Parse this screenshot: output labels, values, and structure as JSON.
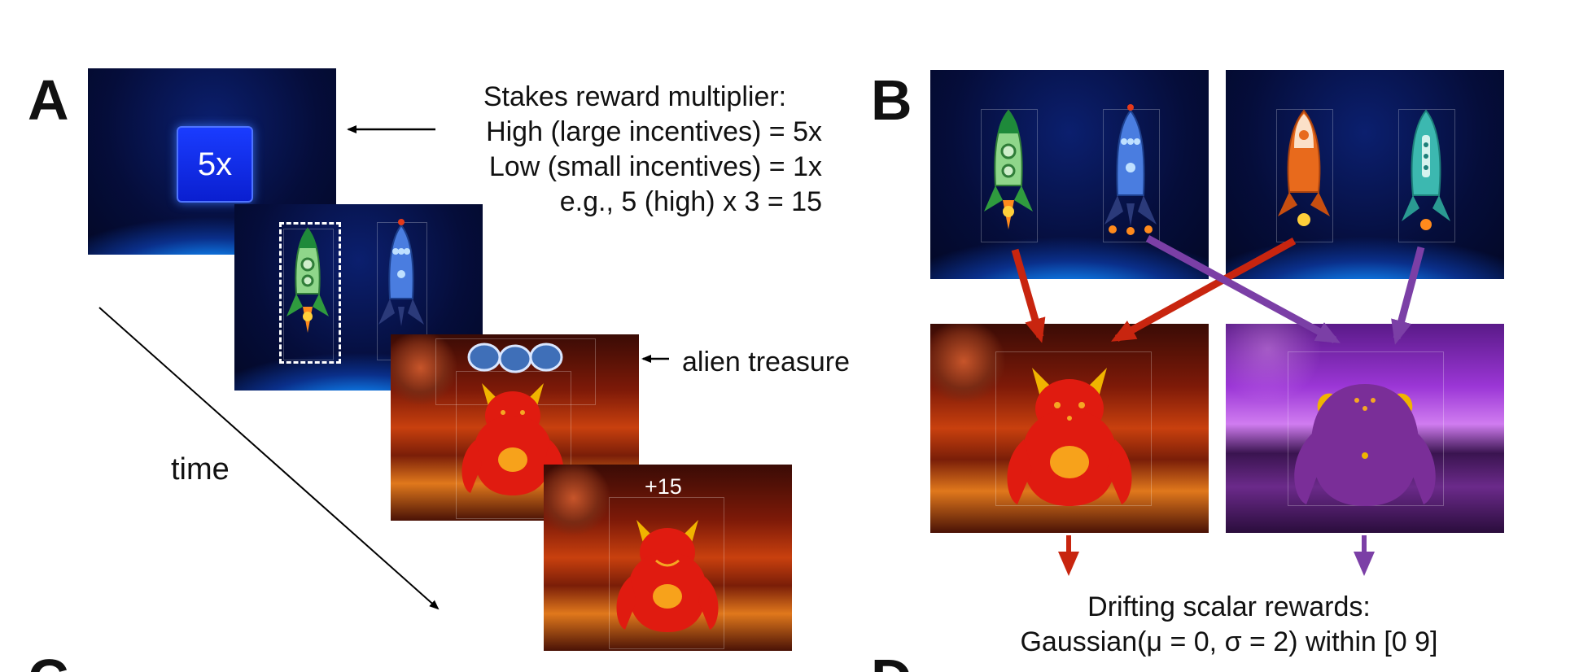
{
  "panels": {
    "a_letter": "A",
    "b_letter": "B",
    "c_letter": "C",
    "d_letter": "D"
  },
  "panel_a": {
    "multiplier_label": "5x",
    "stakes_caption": {
      "line1": "Stakes reward multiplier:",
      "line2": "High (large incentives) = 5x",
      "line3": "Low (small incentives) = 1x",
      "line4": "e.g., 5 (high) x 3 = 15"
    },
    "treasure_label": "alien treasure",
    "time_label": "time",
    "reward_label": "+15"
  },
  "panel_b": {
    "rewards_caption": {
      "line1": "Drifting scalar rewards:",
      "line2": "Gaussian(μ = 0, σ = 2) within [0 9]"
    }
  },
  "colors": {
    "red_arrow": "#c8250f",
    "purple_arrow": "#7b3fa6",
    "red_alien": "#e01b10",
    "purple_alien": "#7a2e98",
    "alien_belly": "#f7a21b",
    "green_rocket": "#3fa34a",
    "blue_rocket": "#2d5fb8",
    "orange_rocket": "#e86a1c",
    "teal_rocket": "#3cb8b0"
  },
  "icons": [
    "rocket-icon",
    "alien-icon",
    "treasure-gem-icon",
    "arrow-icon"
  ]
}
